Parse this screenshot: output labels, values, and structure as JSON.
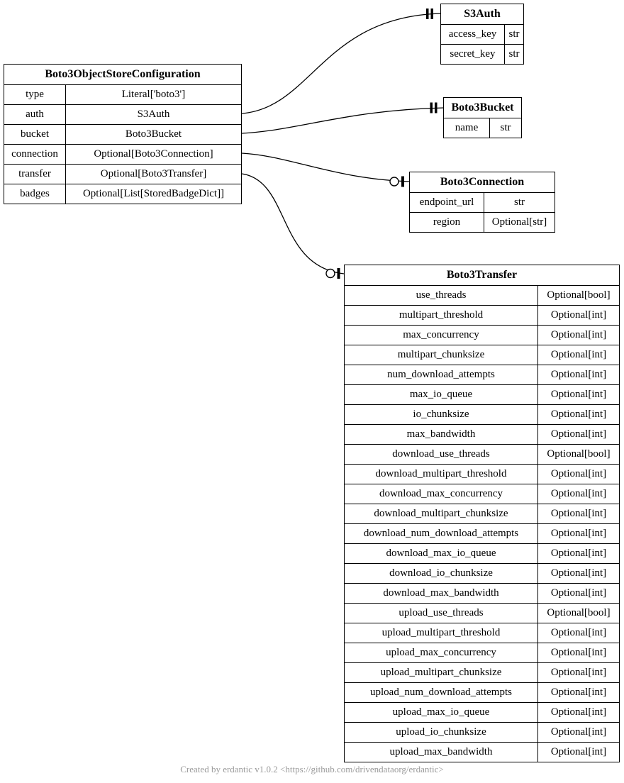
{
  "diagram": {
    "entities": [
      {
        "id": "config",
        "title": "Boto3ObjectStoreConfiguration",
        "fields": [
          {
            "name": "type",
            "type": "Literal['boto3']"
          },
          {
            "name": "auth",
            "type": "S3Auth"
          },
          {
            "name": "bucket",
            "type": "Boto3Bucket"
          },
          {
            "name": "connection",
            "type": "Optional[Boto3Connection]"
          },
          {
            "name": "transfer",
            "type": "Optional[Boto3Transfer]"
          },
          {
            "name": "badges",
            "type": "Optional[List[StoredBadgeDict]]"
          }
        ]
      },
      {
        "id": "s3auth",
        "title": "S3Auth",
        "fields": [
          {
            "name": "access_key",
            "type": "str"
          },
          {
            "name": "secret_key",
            "type": "str"
          }
        ]
      },
      {
        "id": "bucket",
        "title": "Boto3Bucket",
        "fields": [
          {
            "name": "name",
            "type": "str"
          }
        ]
      },
      {
        "id": "connection",
        "title": "Boto3Connection",
        "fields": [
          {
            "name": "endpoint_url",
            "type": "str"
          },
          {
            "name": "region",
            "type": "Optional[str]"
          }
        ]
      },
      {
        "id": "transfer",
        "title": "Boto3Transfer",
        "fields": [
          {
            "name": "use_threads",
            "type": "Optional[bool]"
          },
          {
            "name": "multipart_threshold",
            "type": "Optional[int]"
          },
          {
            "name": "max_concurrency",
            "type": "Optional[int]"
          },
          {
            "name": "multipart_chunksize",
            "type": "Optional[int]"
          },
          {
            "name": "num_download_attempts",
            "type": "Optional[int]"
          },
          {
            "name": "max_io_queue",
            "type": "Optional[int]"
          },
          {
            "name": "io_chunksize",
            "type": "Optional[int]"
          },
          {
            "name": "max_bandwidth",
            "type": "Optional[int]"
          },
          {
            "name": "download_use_threads",
            "type": "Optional[bool]"
          },
          {
            "name": "download_multipart_threshold",
            "type": "Optional[int]"
          },
          {
            "name": "download_max_concurrency",
            "type": "Optional[int]"
          },
          {
            "name": "download_multipart_chunksize",
            "type": "Optional[int]"
          },
          {
            "name": "download_num_download_attempts",
            "type": "Optional[int]"
          },
          {
            "name": "download_max_io_queue",
            "type": "Optional[int]"
          },
          {
            "name": "download_io_chunksize",
            "type": "Optional[int]"
          },
          {
            "name": "download_max_bandwidth",
            "type": "Optional[int]"
          },
          {
            "name": "upload_use_threads",
            "type": "Optional[bool]"
          },
          {
            "name": "upload_multipart_threshold",
            "type": "Optional[int]"
          },
          {
            "name": "upload_max_concurrency",
            "type": "Optional[int]"
          },
          {
            "name": "upload_multipart_chunksize",
            "type": "Optional[int]"
          },
          {
            "name": "upload_num_download_attempts",
            "type": "Optional[int]"
          },
          {
            "name": "upload_max_io_queue",
            "type": "Optional[int]"
          },
          {
            "name": "upload_io_chunksize",
            "type": "Optional[int]"
          },
          {
            "name": "upload_max_bandwidth",
            "type": "Optional[int]"
          }
        ]
      }
    ],
    "edges": [
      {
        "from": "Boto3ObjectStoreConfiguration.auth",
        "to": "S3Auth",
        "cardinality": "exactly-one"
      },
      {
        "from": "Boto3ObjectStoreConfiguration.bucket",
        "to": "Boto3Bucket",
        "cardinality": "exactly-one"
      },
      {
        "from": "Boto3ObjectStoreConfiguration.connection",
        "to": "Boto3Connection",
        "cardinality": "zero-or-one"
      },
      {
        "from": "Boto3ObjectStoreConfiguration.transfer",
        "to": "Boto3Transfer",
        "cardinality": "zero-or-one"
      }
    ],
    "footer": "Created by erdantic v1.0.2 <https://github.com/drivendataorg/erdantic>",
    "colors": {
      "line": "#000000",
      "text": "#000000",
      "footer": "#9a9a9a",
      "background": "#ffffff"
    }
  }
}
